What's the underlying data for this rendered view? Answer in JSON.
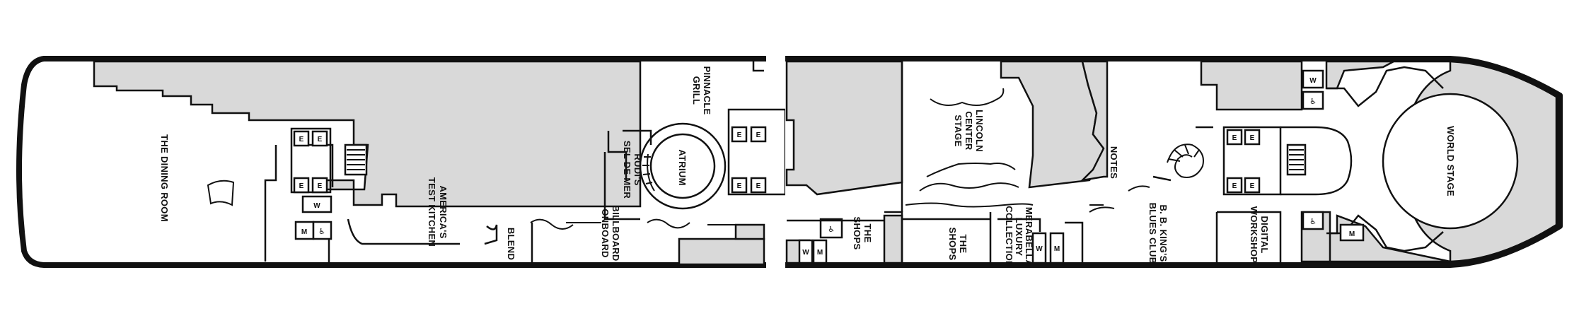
{
  "venues": {
    "dining_room": "THE DINING ROOM",
    "test_kitchen_1": "AMERICA'S",
    "test_kitchen_2": "TEST KITCHEN",
    "blend": "BLEND",
    "billboard_1": "BILLBOARD",
    "billboard_2": "ONBOARD",
    "rudis_1": "RUDI'S",
    "rudis_2": "SEL DE MER",
    "atrium": "ATRIUM",
    "pinnacle_1": "PINNACLE",
    "pinnacle_2": "GRILL",
    "shops_a_1": "THE",
    "shops_a_2": "SHOPS",
    "shops_b_1": "THE",
    "shops_b_2": "SHOPS",
    "lincoln_1": "LINCOLN",
    "lincoln_2": "CENTER",
    "lincoln_3": "STAGE",
    "merabella_1": "MERABELLA",
    "merabella_2": "LUXURY",
    "merabella_3": "COLLECTION",
    "notes": "NOTES",
    "bb_kings_1": "B. B. KING'S",
    "bb_kings_2": "BLUES CLUB",
    "digital_1": "DIGITAL",
    "digital_2": "WORKSHOP",
    "world_stage": "WORLD STAGE"
  },
  "markers": {
    "elevator": "E",
    "womens_restroom": "W",
    "mens_restroom": "M",
    "accessible_restroom": "♿"
  }
}
